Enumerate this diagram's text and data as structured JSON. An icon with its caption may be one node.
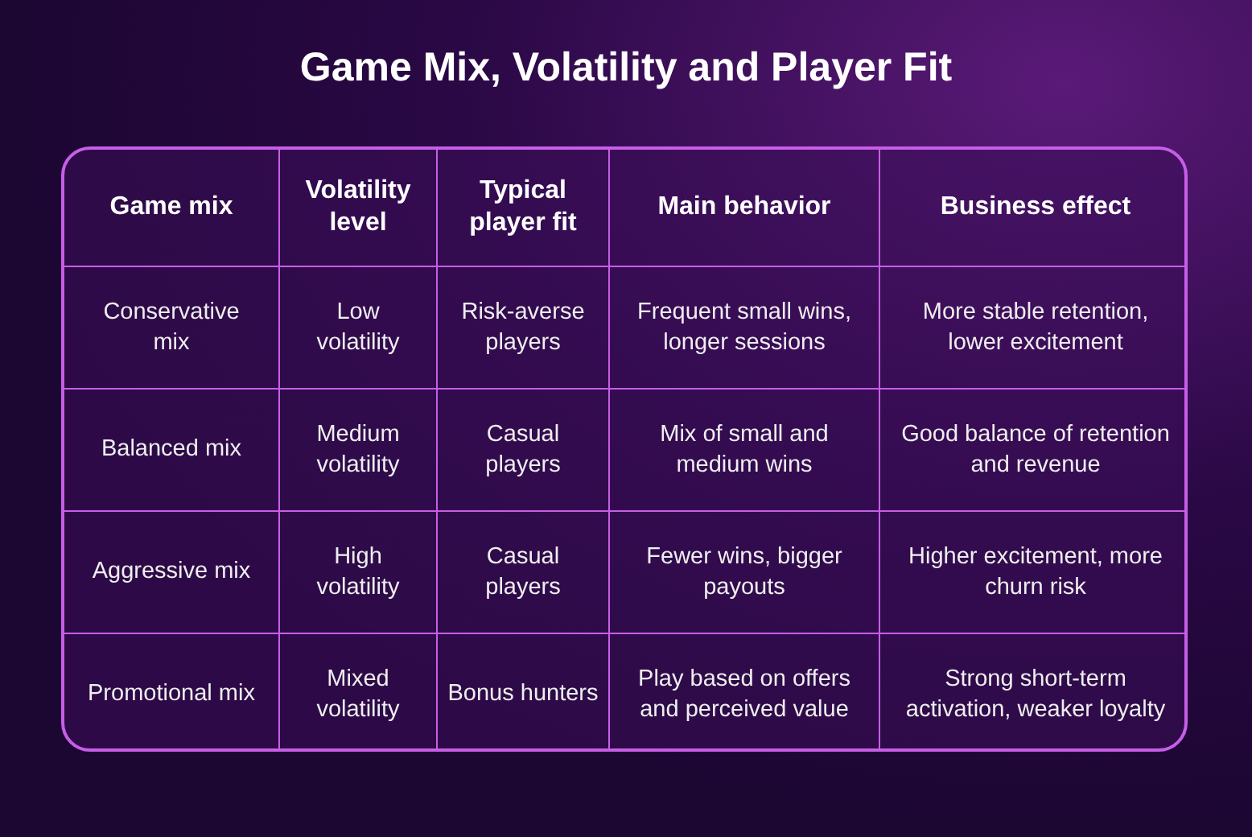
{
  "diagram": {
    "title": "Game Mix, Volatility and Player Fit",
    "labels": [
      "Game mix",
      "Volatility level",
      "Typical player fit",
      "Main behavior",
      "Business effect",
      "Conservative mix",
      "Low volatility",
      "Risk-averse players",
      "Frequent small wins, longer sessions",
      "More stable retention, lower excitement",
      "Balanced mix",
      "Medium volatility",
      "Casual players",
      "Mix of small and medium wins",
      "Good balance of retention and revenue",
      "Aggressive mix",
      "High volatility",
      "Casual players",
      "Fewer wins, bigger payouts",
      "Higher excitement, more churn risk",
      "Promotional mix",
      "Mixed volatility",
      "Bonus hunters",
      "Play based on offers and perceived value",
      "Strong short-term activation, weaker loyalty"
    ]
  }
}
